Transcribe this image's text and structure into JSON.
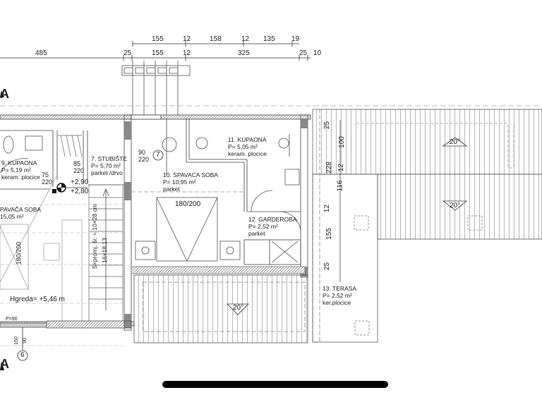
{
  "dimensions": {
    "top_row": [
      "155",
      "12",
      "158",
      "12",
      "135",
      "19"
    ],
    "second_row": [
      "485",
      "25",
      "155",
      "12",
      "325",
      "25",
      "10"
    ],
    "right_vertical": [
      "25",
      "100",
      "228",
      "12",
      "116",
      "12",
      "155",
      "25"
    ]
  },
  "rooms": [
    {
      "id": "9",
      "name": "9. KUPAONA",
      "area": "P= 5,19 m²",
      "floor": "keram. plocice"
    },
    {
      "id": "7",
      "name": "7. STUBIŠTE",
      "area": "P= 5,70 m²",
      "floor": "parket /drvo"
    },
    {
      "id": "10",
      "name": "10. SPAVACA SOBA",
      "area": "P= 10,95 m²",
      "floor": "parket"
    },
    {
      "id": "11",
      "name": "11. KUPAONA",
      "area": "P= 5,05 m²",
      "floor": "keram. plocice"
    },
    {
      "id": "12",
      "name": "12. GARDEROBA",
      "area": "P= 2,52 m²",
      "floor": "parket"
    },
    {
      "id": "8",
      "name": "PAVAČA SOBA",
      "area": "15,05 m²",
      "floor": ""
    },
    {
      "id": "13",
      "name": "13. TERASA",
      "area": "P= 2,52 m²",
      "floor": "ker.plocice"
    }
  ],
  "doors": [
    {
      "w": "75",
      "h": "220"
    },
    {
      "w": "85",
      "h": "220"
    },
    {
      "w": "90",
      "h": "220"
    }
  ],
  "levels": {
    "upper": "+2,90",
    "lower": "+2,80"
  },
  "stairs": {
    "line1": "5×promj. šr. = 10×28 cm",
    "line2": "16×18,13"
  },
  "beds": {
    "main": "180/200",
    "left": "180/200"
  },
  "ridge_height": "Hgreda= +5,46 m",
  "roof_slopes": [
    "20°",
    "20°",
    "20°"
  ],
  "axis_markers": [
    "7",
    "6"
  ],
  "section_marker": "A",
  "misc": {
    "p90": "P=90",
    "sill_a": "150",
    "sill_b": "90"
  }
}
